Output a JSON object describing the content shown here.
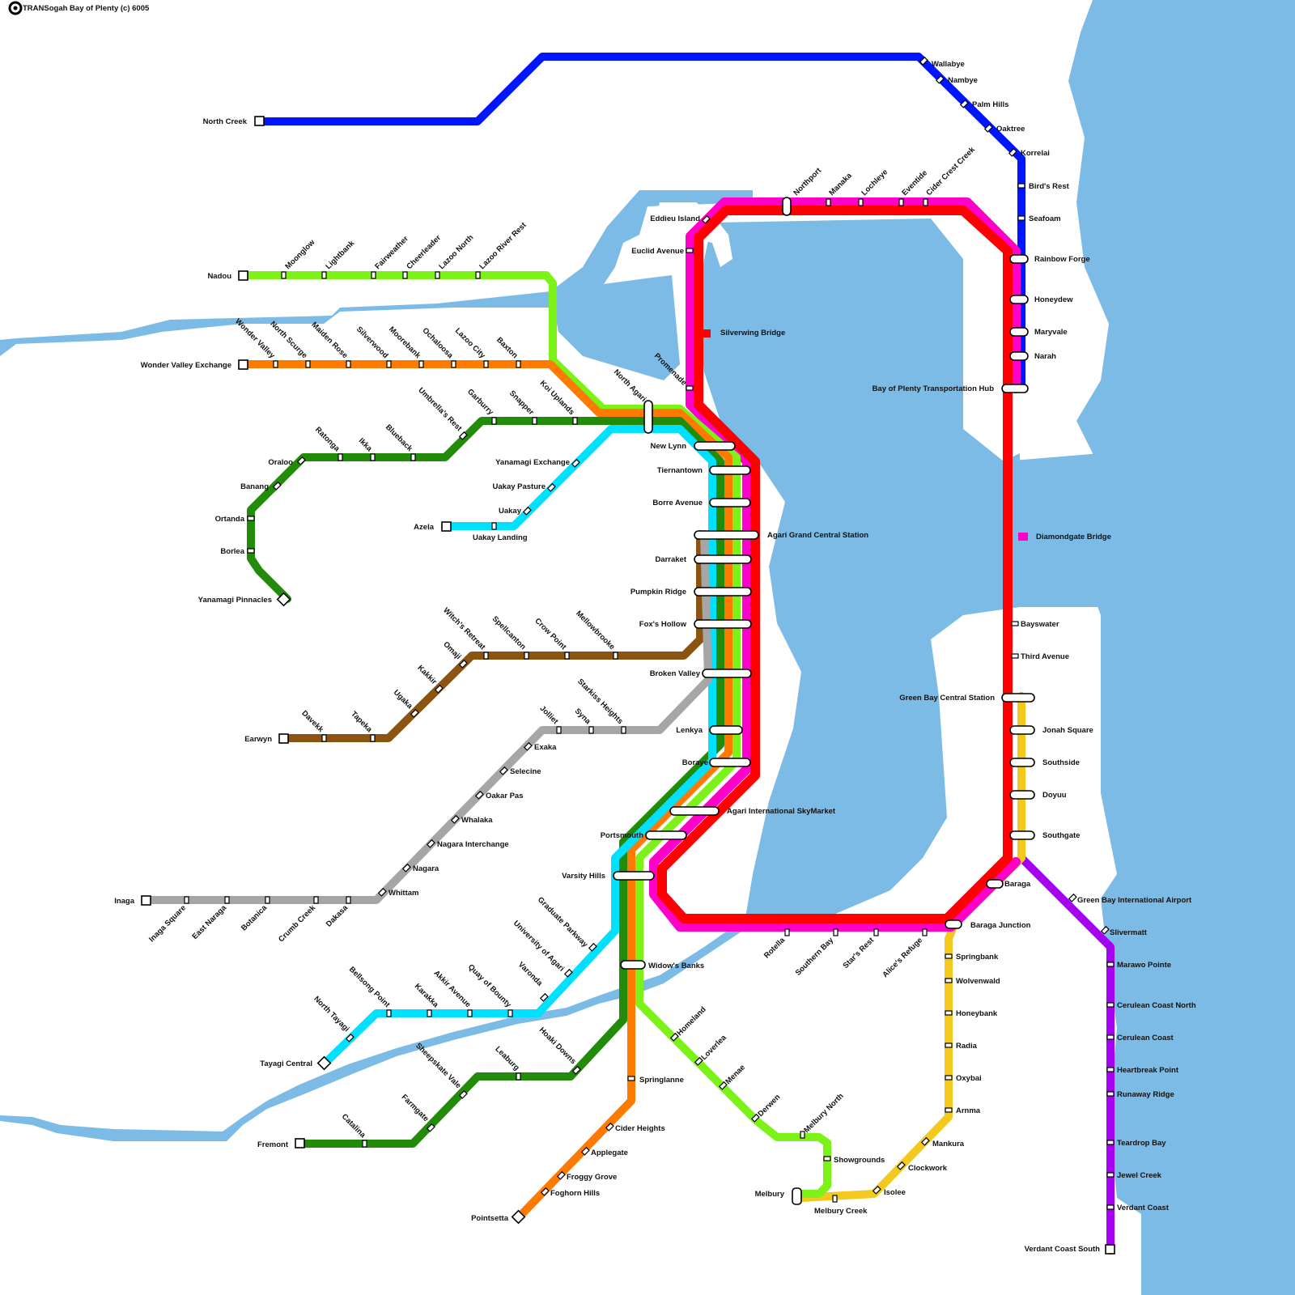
{
  "title": "TRANSogah Bay of Plenty (c) 6005",
  "colors": {
    "water": "#7bbbe6",
    "blue": "#0015ff",
    "lime": "#7cf219",
    "orange": "#ff7a00",
    "darkgreen": "#228b0a",
    "cyan": "#00e1ff",
    "brown": "#8b5410",
    "grey": "#a6a6a6",
    "red": "#ff0000",
    "magenta": "#ff00c8",
    "yellow": "#f2c91c",
    "purple": "#a400f2"
  },
  "labels": {
    "north_creek": "North Creek",
    "wallabye": "Wallabye",
    "nambye": "Nambye",
    "palm_hills": "Palm Hills",
    "oaktree": "Oaktree",
    "korrelai": "Korrelai",
    "birds_rest": "Bird's Rest",
    "seafoam": "Seafoam",
    "rainbow_forge": "Rainbow Forge",
    "honeydew": "Honeydew",
    "maryvale": "Maryvale",
    "narah": "Narah",
    "hub": "Bay of Plenty Transportation Hub",
    "diamondgate": "Diamondgate Bridge",
    "bayswater": "Bayswater",
    "third_avenue": "Third Avenue",
    "green_bay_central": "Green Bay Central Station",
    "jonah_square": "Jonah Square",
    "southside": "Southside",
    "doyuu": "Doyuu",
    "southgate": "Southgate",
    "baraga": "Baraga",
    "baraga_junction": "Baraga Junction",
    "gbia": "Green Bay International Airport",
    "slivermatt": "Slivermatt",
    "marawo_pointe": "Marawo Pointe",
    "cerulean_coast_north": "Cerulean Coast North",
    "cerulean_coast": "Cerulean Coast",
    "heartbreak_point": "Heartbreak Point",
    "runaway_ridge": "Runaway Ridge",
    "teardrop_bay": "Teardrop Bay",
    "jewel_creek": "Jewel Creek",
    "verdant_coast": "Verdant Coast",
    "verdant_coast_south": "Verdant Coast South",
    "springbank": "Springbank",
    "wolvenwald": "Wolvenwald",
    "honeybank": "Honeybank",
    "radia": "Radia",
    "oxybai": "Oxybai",
    "arnma": "Arnma",
    "mankura": "Mankura",
    "clockwork": "Clockwork",
    "isolee": "Isolee",
    "melbury_creek": "Melbury Creek",
    "melbury": "Melbury",
    "showgrounds": "Showgrounds",
    "melbury_north": "Melbury North",
    "derwen": "Derwen",
    "menae": "Menae",
    "loverlea": "Loverlea",
    "homeland": "Homeland",
    "widows_banks": "Widow's Banks",
    "springlanne": "Springlanne",
    "cider_heights": "Cider Heights",
    "applegate": "Applegate",
    "froggy_grove": "Froggy Grove",
    "foghorn_hills": "Foghorn Hills",
    "pointsetta": "Pointsetta",
    "rotella": "Rotella",
    "southern_bay": "Southern Bay",
    "stars_rest": "Star's Rest",
    "alices_refuge": "Alice's Refuge",
    "northport": "Northport",
    "manaka": "Manaka",
    "lochleye": "Lochleye",
    "eventide": "Eventide",
    "cider_crest_creek": "Cider Crest Creek",
    "eddieu_island": "Eddieu Island",
    "euclid_avenue": "Euclid Avenue",
    "silverwing_bridge": "Silverwing Bridge",
    "promenade": "Promenade",
    "north_agari": "North Agari",
    "new_lynn": "New Lynn",
    "tiernantown": "Tiernantown",
    "borre_avenue": "Borre Avenue",
    "agari_grand_central": "Agari Grand Central Station",
    "darraket": "Darraket",
    "pumpkin_ridge": "Pumpkin Ridge",
    "foxs_hollow": "Fox's Hollow",
    "broken_valley": "Broken Valley",
    "lenkya": "Lenkya",
    "boraye": "Boraye",
    "skymarket": "Agari International SkyMarket",
    "portsmouth": "Portsmouth",
    "varsity_hills": "Varsity Hills",
    "nadou": "Nadou",
    "moonglow": "Moonglow",
    "lightbank": "Lightbank",
    "fairweather": "Fairweather",
    "cheerleader": "Cheerleader",
    "lazoo_north": "Lazoo North",
    "lazoo_river_rest": "Lazoo River Rest",
    "wonder_valley_exchange": "Wonder Valley Exchange",
    "wonder_valley": "Wonder Valley",
    "north_scurge": "North Scurge",
    "maiden_rose": "Maiden Rose",
    "silverwood": "Silverwood",
    "moorebank": "Moorebank",
    "ochaloosa": "Ochaloosa",
    "lazoo_city": "Lazoo City",
    "baxton": "Baxton",
    "umbrellas_rest": "Umbrella's Rest",
    "garburry": "Garburry",
    "snapper": "Snapper",
    "koi_uplands": "Koi Uplands",
    "ratonga": "Ratonga",
    "ikka": "Ikka",
    "blueback": "Blueback",
    "oraloo": "Oraloo",
    "banang": "Banang",
    "ortanda": "Ortanda",
    "borlea": "Borlea",
    "yanamagi_pinnacles": "Yanamagi Pinnacles",
    "yanamagi_exchange": "Yanamagi Exchange",
    "uakay_pasture": "Uakay Pasture",
    "uakay": "Uakay",
    "azela": "Azela",
    "uakay_landing": "Uakay Landing",
    "witchs_retreat": "Witch's Retreat",
    "spellcanton": "Spellcanton",
    "crow_point": "Crow Point",
    "mellowbrooke": "Mellowbrooke",
    "omaji": "Omaji",
    "kakkir": "Kakkir",
    "ugaka": "Ugaka",
    "davekk": "Davekk",
    "tapeka": "Tapeka",
    "earwyn": "Earwyn",
    "starkiss_heights": "Starkiss Heights",
    "jolliet": "Jolliet",
    "syna": "Syna",
    "exaka": "Exaka",
    "selecine": "Selecine",
    "oakar_pas": "Oakar Pas",
    "whalaka": "Whalaka",
    "nagara_interchange": "Nagara Interchange",
    "nagara": "Nagara",
    "whittam": "Whittam",
    "inaga": "Inaga",
    "inaga_square": "Inaga Square",
    "east_naraga": "East Naraga",
    "botanica": "Botanica",
    "crumb_creek": "Crumb Creek",
    "dakasa": "Dakasa",
    "graduate_parkway": "Graduate Parkway",
    "university_of_agari": "University of Agari",
    "varonda": "Varonda",
    "quay_of_bounty": "Quay of Bounty",
    "akkir_avenue": "Akkir Avenue",
    "karakka": "Karakka",
    "bellsong_point": "Bellsong Point",
    "north_tayagi": "North Tayagi",
    "tayagi_central": "Tayagi Central",
    "hoaki_downs": "Hoaki Downs",
    "leaburg": "Leaburg",
    "sheepskate_vale": "Sheepskate Vale",
    "farmgate": "Farmgate",
    "catalina": "Catalina",
    "fremont": "Fremont"
  }
}
